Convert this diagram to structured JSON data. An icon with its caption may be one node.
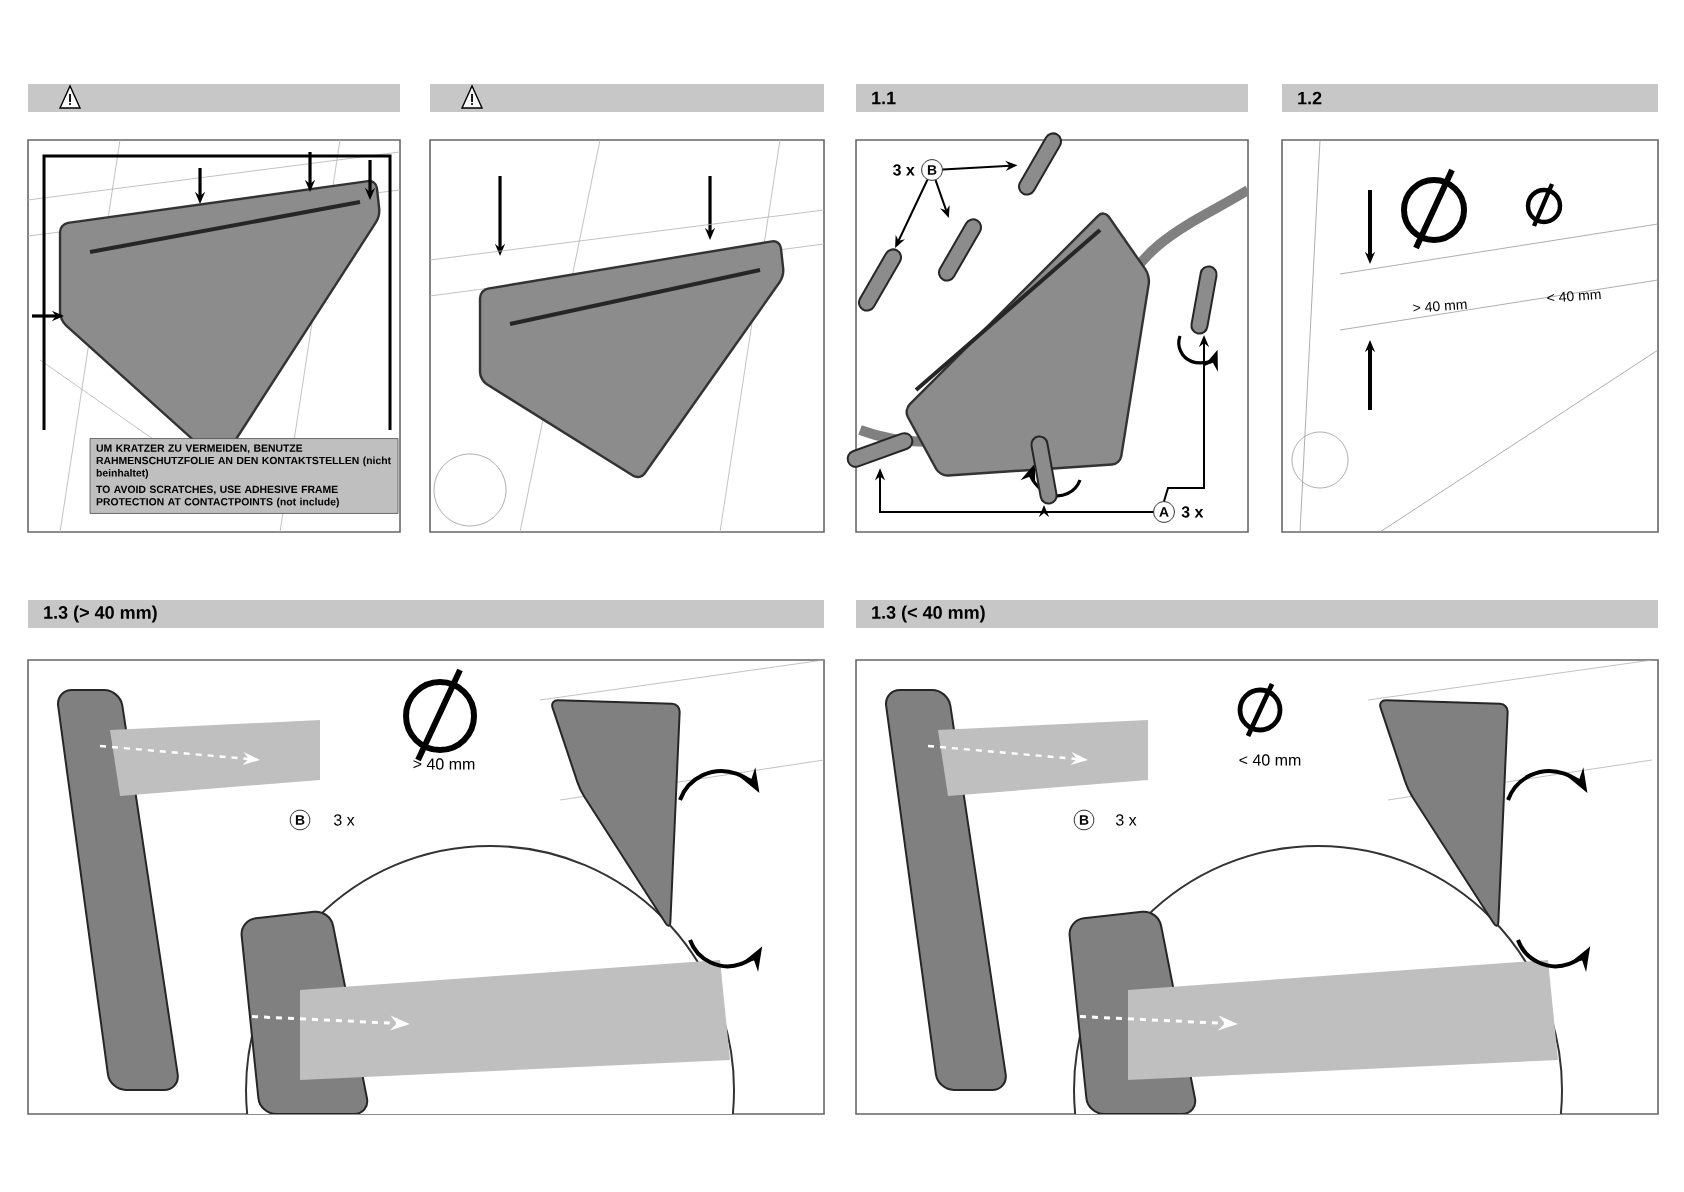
{
  "diagram": {
    "nodes": [
      {
        "text": [
          "UM KRATZER ZU VERMEIDEN, BENUTZE RAHMENSCHUTZFOLIE AN DEN KONTAKTSTELLEN (nicht beinhaltet)",
          "TO AVOID SCRATCHES, USE ADHESIVE FRAME PROTECTION AT CONTACTPOINTS (not include)"
        ]
      },
      {
        "text": [
          "B"
        ],
        "beside": [
          "3 x"
        ]
      },
      {
        "text": [],
        "shape": "strap"
      },
      {
        "text": [],
        "shape": "strap"
      },
      {
        "text": [],
        "shape": "strap"
      },
      {
        "text": [
          "A"
        ],
        "beside": [
          "3 x"
        ]
      },
      {
        "text": [],
        "shape": "strap"
      },
      {
        "text": [],
        "shape": "strap"
      },
      {
        "text": [],
        "shape": "strap"
      }
    ],
    "edges": [
      {
        "from": 1,
        "to": 4,
        "arrow": "to"
      },
      {
        "from": 1,
        "to": 3,
        "arrow": "to"
      },
      {
        "from": 1,
        "to": 2,
        "arrow": "to"
      },
      {
        "from": 5,
        "to": 6,
        "arrow": "to"
      },
      {
        "from": 5,
        "to": 7,
        "arrow": "to"
      },
      {
        "from": 5,
        "to": 8,
        "arrow": "to"
      }
    ],
    "labels": [
      "1.1",
      "1.2",
      "> 40 mm",
      "< 40 mm",
      "1.3 (> 40 mm)",
      "1.3 (< 40 mm)",
      "> 40 mm",
      "B",
      "3 x",
      "< 40 mm",
      "B",
      "3 x"
    ]
  }
}
